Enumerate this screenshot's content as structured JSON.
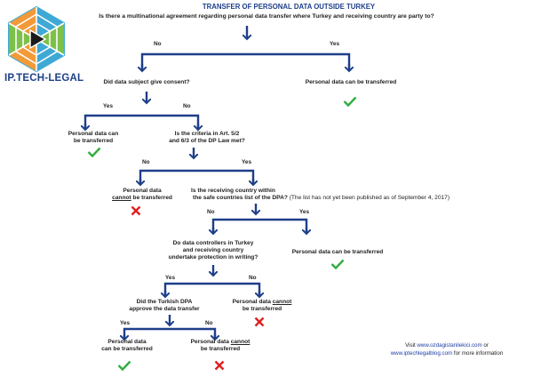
{
  "title": "TRANSFER OF PERSONAL DATA OUTSIDE TURKEY",
  "brand": {
    "name": "IP.TECH-LEGAL",
    "colors": {
      "cyan": "#3fa9d6",
      "green": "#7dc04a",
      "orange": "#f29a38",
      "navy": "#1e3f8a"
    }
  },
  "arrow_color": "#1e3f8a",
  "nodes": {
    "q1": {
      "text": "Is there a multinational agreement regarding personal data transfer where Turkey and receiving country are party to?"
    },
    "q2": {
      "text": "Did data subject give consent?"
    },
    "r1": {
      "text": "Personal data can be transferred"
    },
    "r2": {
      "line1": "Personal data can",
      "line2": "be transferred"
    },
    "q3": {
      "line1": "Is the criteria in Art. 5/2",
      "line2": "and 6/3 of the DP Law met?"
    },
    "r3": {
      "line1": "Personal data",
      "line2_under": "cannot",
      "line2_rest": " be transferred"
    },
    "q4": {
      "line1": "Is the receiving country within",
      "line2": "the safe countries list of the DPA?",
      "note": " (The list has not yet been published as of September 4, 2017)"
    },
    "q5": {
      "line1": "Do data controllers in Turkey",
      "line2": "and receiving country",
      "line3": "undertake protection in writing?"
    },
    "r4": {
      "text": "Personal data can be transferred"
    },
    "q6": {
      "line1": "Did the Turkish DPA",
      "line2": "approve the data transfer"
    },
    "r5": {
      "line1_pre": "Personal data ",
      "line1_under": "cannot",
      "line2": "be transferred"
    },
    "r6": {
      "line1": "Personal data",
      "line2": "can be transferred"
    },
    "r7": {
      "line1_pre": "Personal data ",
      "line1_under": "cannot",
      "line2": "be transferred"
    }
  },
  "labels": {
    "no": "No",
    "yes": "Yes"
  },
  "footer": {
    "prefix": "Visit ",
    "link1": "www.ozdagistanliekici.com",
    "mid": " or",
    "link2": "www.iptechlegalblog.com",
    "suffix": " for more information"
  }
}
